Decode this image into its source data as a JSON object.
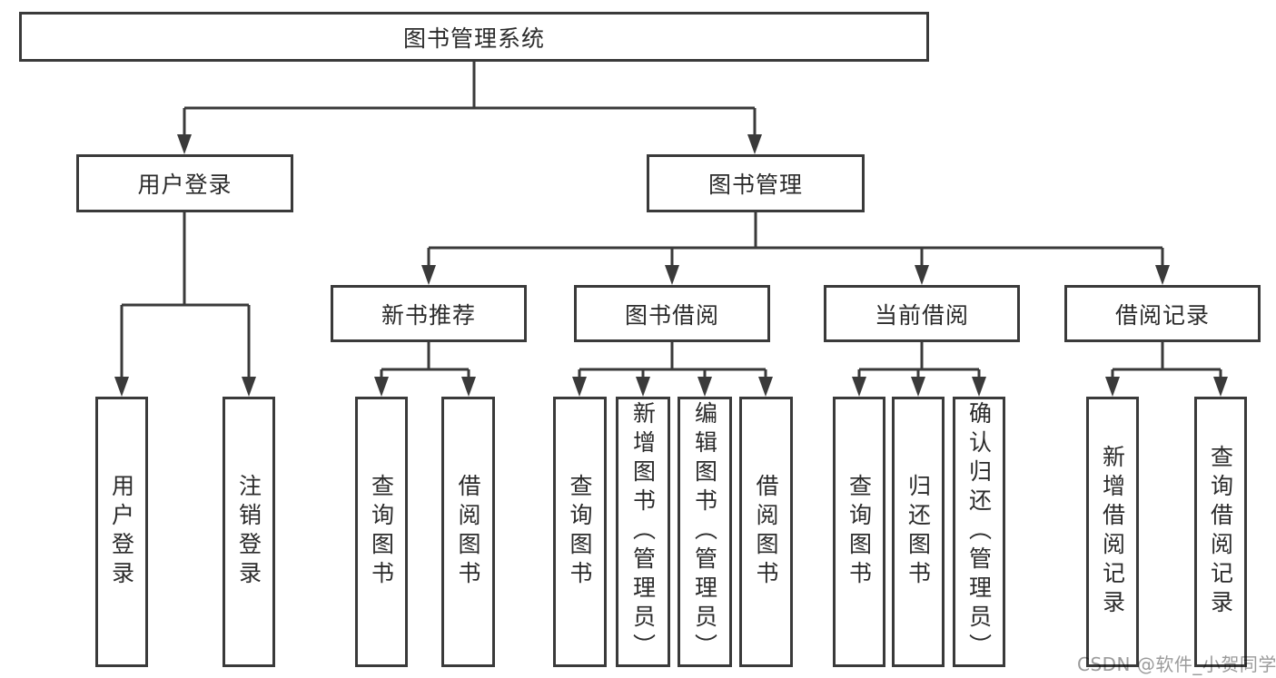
{
  "watermark": "CSDN @软件_小贺同学",
  "colors": {
    "line": "#3a3a3a",
    "box_border": "#3a3a3a",
    "box_fill": "#ffffff",
    "text": "#2b2b2b",
    "watermark": "#9b9b9b",
    "background": "#ffffff"
  },
  "tree": {
    "root": {
      "label": "图书管理系统"
    },
    "branches": [
      {
        "label": "用户登录",
        "children": [
          {
            "label": "用户登录"
          },
          {
            "label": "注销登录"
          }
        ]
      },
      {
        "label": "图书管理",
        "children": [
          {
            "label": "新书推荐",
            "children": [
              {
                "label": "查询图书"
              },
              {
                "label": "借阅图书"
              }
            ]
          },
          {
            "label": "图书借阅",
            "children": [
              {
                "label": "查询图书"
              },
              {
                "label": "新增图书（管理员）"
              },
              {
                "label": "编辑图书（管理员）"
              },
              {
                "label": "借阅图书"
              }
            ]
          },
          {
            "label": "当前借阅",
            "children": [
              {
                "label": "查询图书"
              },
              {
                "label": "归还图书"
              },
              {
                "label": "确认归还（管理员）"
              }
            ]
          },
          {
            "label": "借阅记录",
            "children": [
              {
                "label": "新增借阅记录"
              },
              {
                "label": "查询借阅记录"
              }
            ]
          }
        ]
      }
    ]
  }
}
